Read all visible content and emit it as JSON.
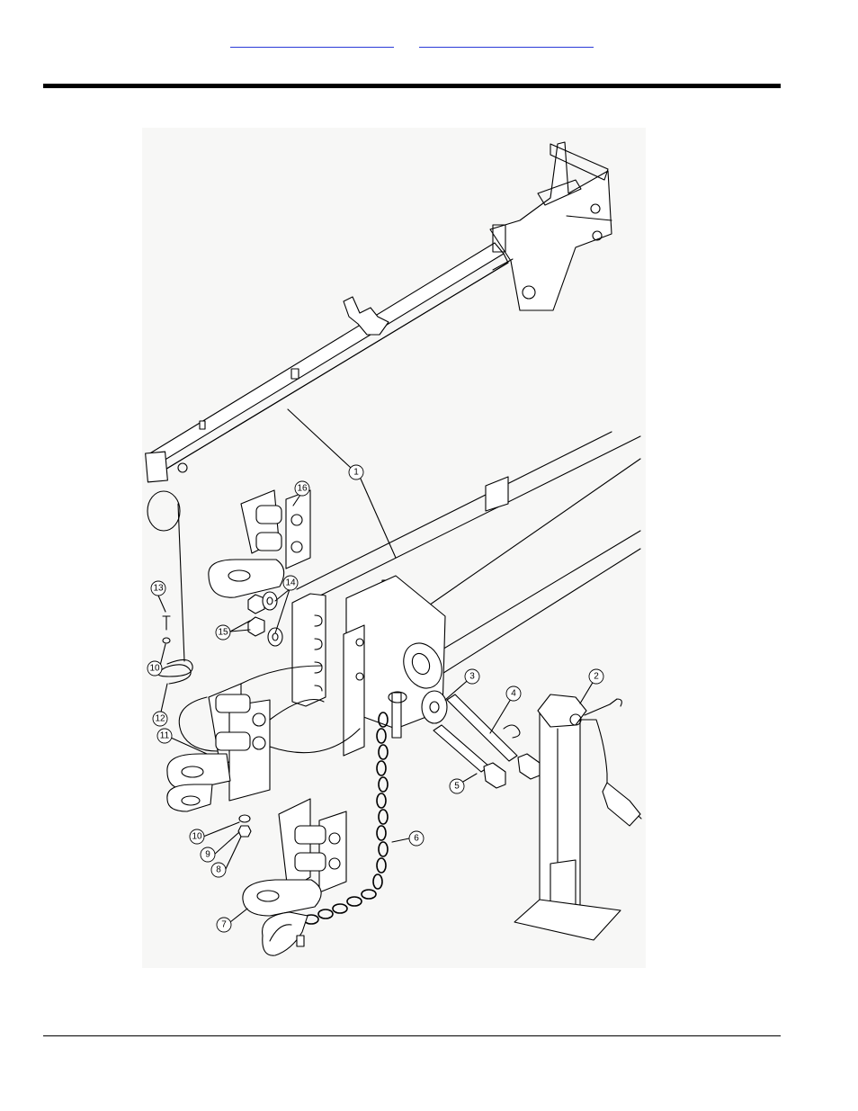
{
  "header": {
    "links": [
      {
        "text": ""
      },
      {
        "text": ""
      }
    ]
  },
  "figure": {
    "callouts": [
      "1",
      "2",
      "3",
      "4",
      "5",
      "6",
      "7",
      "8",
      "9",
      "10",
      "11",
      "12",
      "13",
      "14",
      "15",
      "16"
    ]
  }
}
